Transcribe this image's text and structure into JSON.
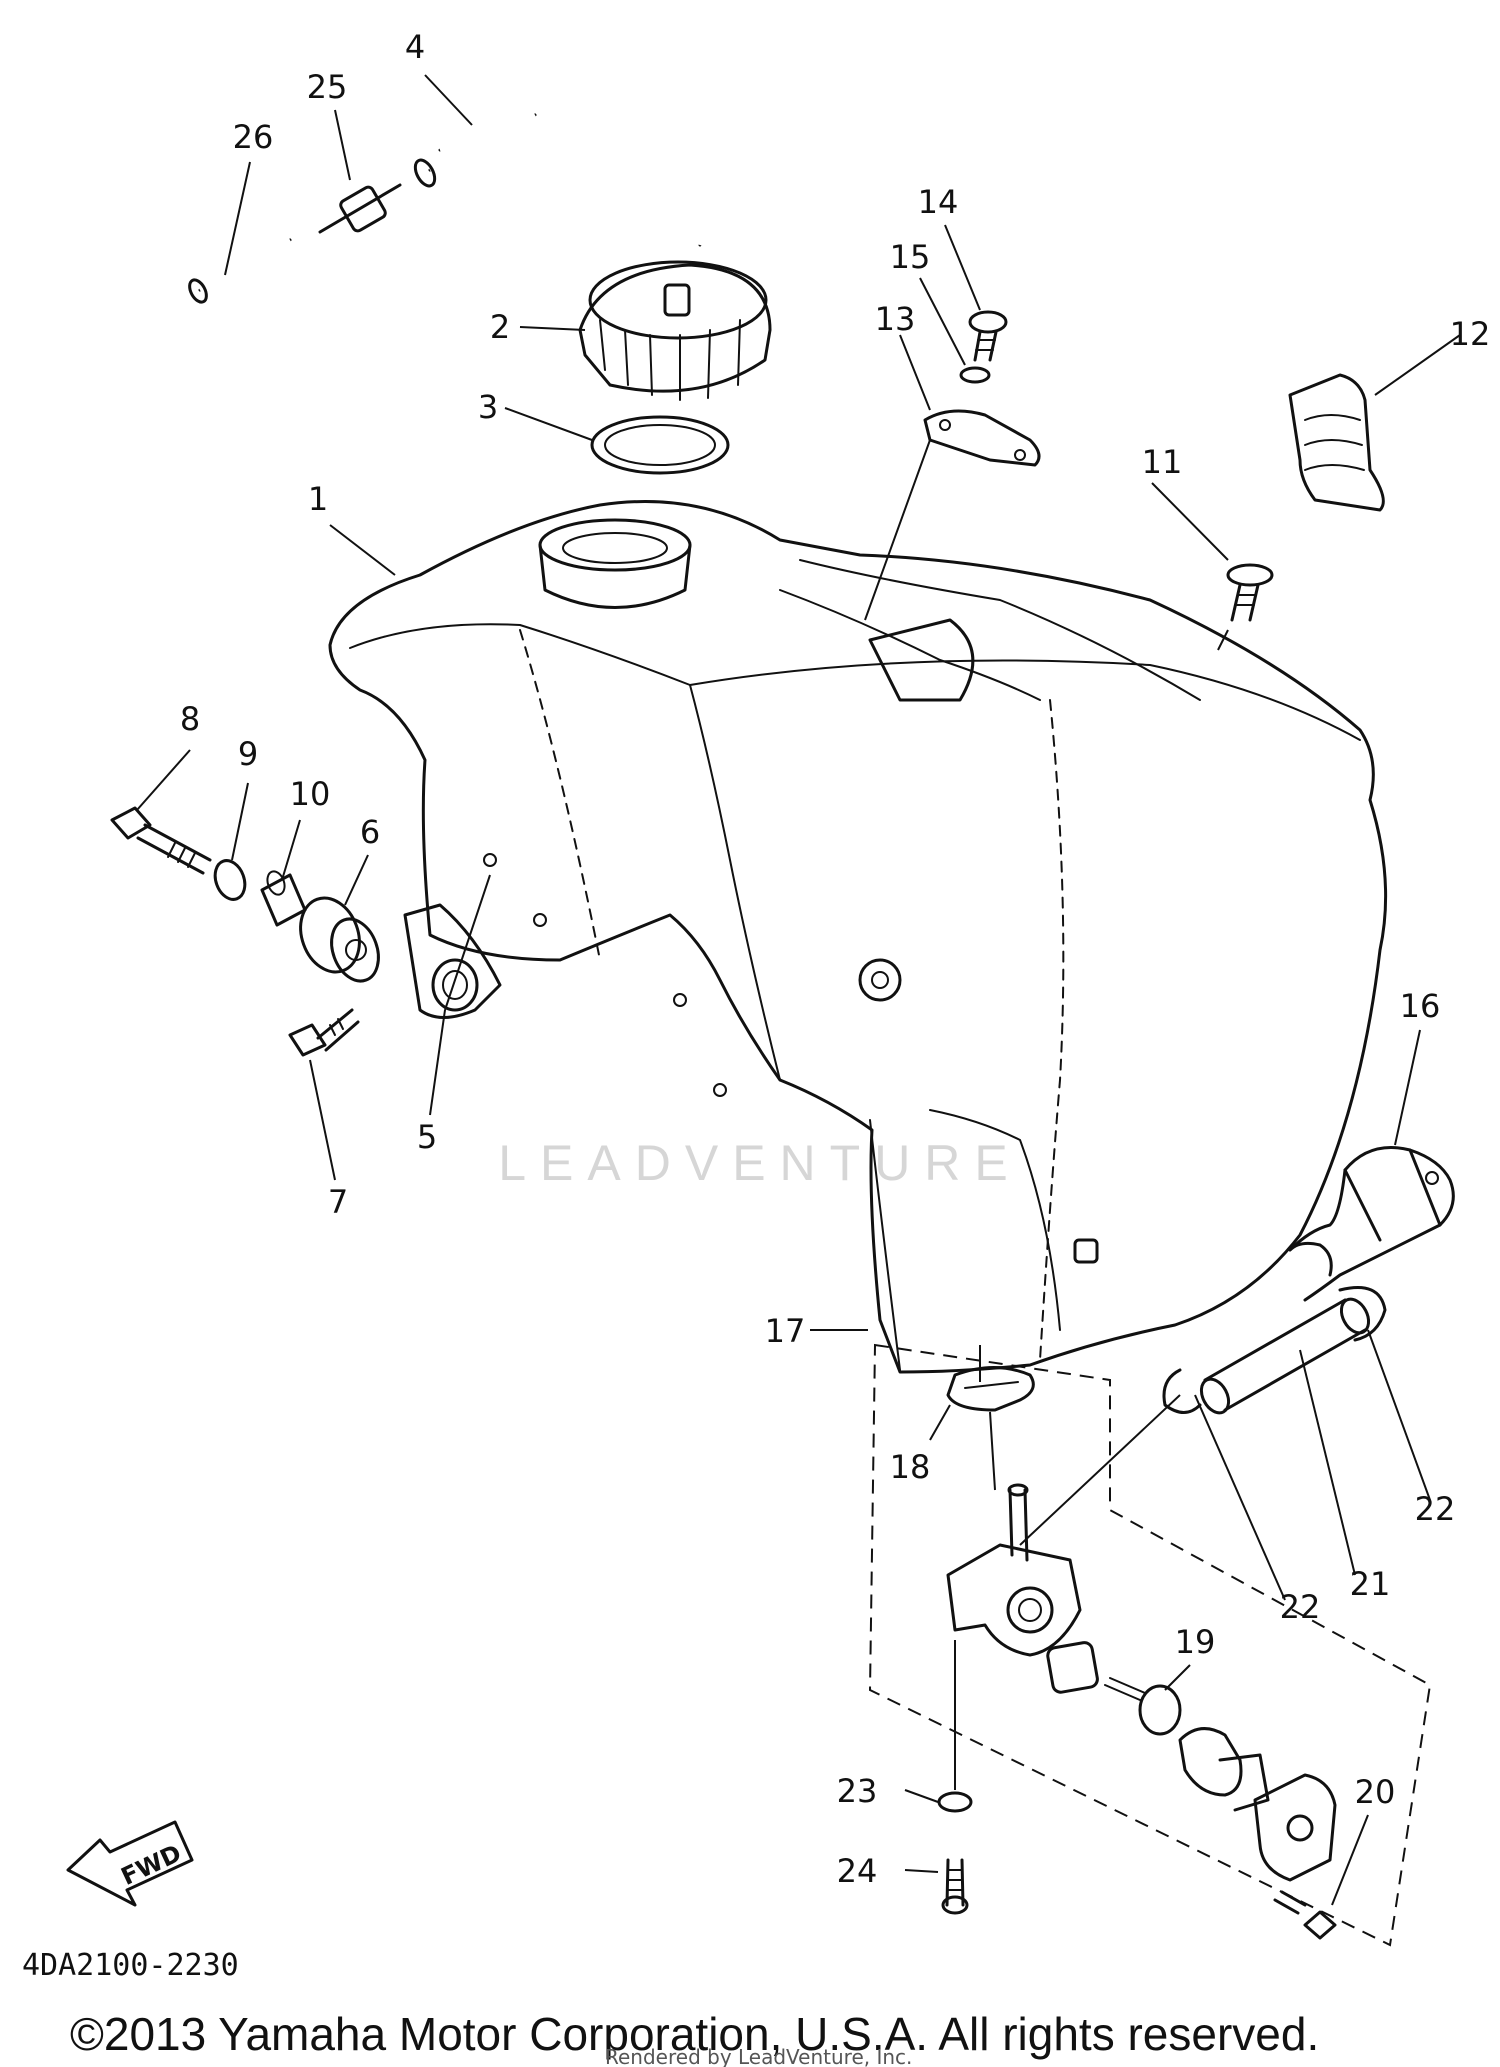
{
  "callouts": [
    {
      "id": "c1",
      "label": "1"
    },
    {
      "id": "c2",
      "label": "2"
    },
    {
      "id": "c3",
      "label": "3"
    },
    {
      "id": "c4",
      "label": "4"
    },
    {
      "id": "c5",
      "label": "5"
    },
    {
      "id": "c6",
      "label": "6"
    },
    {
      "id": "c7",
      "label": "7"
    },
    {
      "id": "c8",
      "label": "8"
    },
    {
      "id": "c9",
      "label": "9"
    },
    {
      "id": "c10",
      "label": "10"
    },
    {
      "id": "c11",
      "label": "11"
    },
    {
      "id": "c12",
      "label": "12"
    },
    {
      "id": "c13",
      "label": "13"
    },
    {
      "id": "c14",
      "label": "14"
    },
    {
      "id": "c15",
      "label": "15"
    },
    {
      "id": "c16",
      "label": "16"
    },
    {
      "id": "c17",
      "label": "17"
    },
    {
      "id": "c18",
      "label": "18"
    },
    {
      "id": "c19",
      "label": "19"
    },
    {
      "id": "c20",
      "label": "20"
    },
    {
      "id": "c21",
      "label": "21"
    },
    {
      "id": "c22a",
      "label": "22"
    },
    {
      "id": "c22b",
      "label": "22"
    },
    {
      "id": "c23",
      "label": "23"
    },
    {
      "id": "c24",
      "label": "24"
    },
    {
      "id": "c25",
      "label": "25"
    },
    {
      "id": "c26",
      "label": "26"
    }
  ],
  "fwd_label": "FWD",
  "diagram_code": "4DA2100-2230",
  "watermark": "LEADVENTURE",
  "copyright": "©2013 Yamaha Motor Corporation, U.S.A. All rights reserved.",
  "rendered_by": "Rendered by LeadVenture, Inc."
}
